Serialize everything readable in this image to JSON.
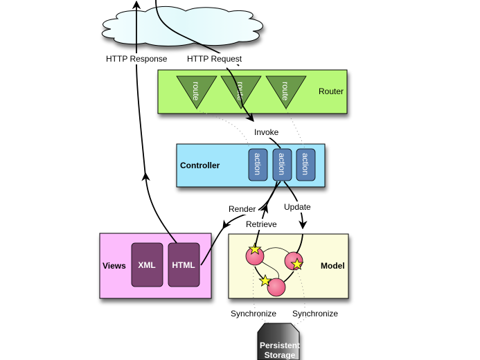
{
  "diagram": {
    "title": "MVC request flow",
    "cloud": {
      "name": "internet-cloud",
      "fill": "#e6fafc"
    },
    "edge_labels": {
      "http_response": "HTTP Response",
      "http_request": "HTTP Request",
      "invoke": "Invoke",
      "render": "Render",
      "retrieve": "Retrieve",
      "update": "Update",
      "synchronize_left": "Synchronize",
      "synchronize_right": "Synchronize"
    },
    "router": {
      "label": "Router",
      "fill": "#b8f878",
      "item_fill": "#6b9a4a",
      "items": [
        "route",
        "route",
        "route"
      ]
    },
    "controller": {
      "label": "Controller",
      "fill": "#a2e6fc",
      "item_fill": "#5b82b4",
      "items": [
        "action",
        "action",
        "action"
      ]
    },
    "views": {
      "label": "Views",
      "fill": "#fcbcfc",
      "item_fill": "#7c4472",
      "items": [
        "XML",
        "HTML"
      ]
    },
    "model": {
      "label": "Model",
      "fill": "#fcfcdc",
      "node_fill": "#f06a8e",
      "star_fill": "#ffff33",
      "node_count": 3
    },
    "storage": {
      "line1": "Persistent",
      "line2": "Storage"
    }
  }
}
